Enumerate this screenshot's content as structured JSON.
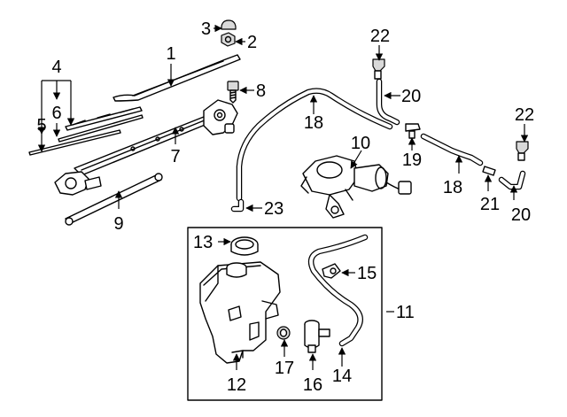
{
  "diagram": {
    "callouts": {
      "c1": "1",
      "c2": "2",
      "c3": "3",
      "c4": "4",
      "c5": "5",
      "c6": "6",
      "c7": "7",
      "c8": "8",
      "c9": "9",
      "c10": "10",
      "c11": "11",
      "c12": "12",
      "c13": "13",
      "c14": "14",
      "c15": "15",
      "c16": "16",
      "c17": "17",
      "c18a": "18",
      "c18b": "18",
      "c19": "19",
      "c20a": "20",
      "c20b": "20",
      "c21": "21",
      "c22a": "22",
      "c22b": "22",
      "c23": "23"
    },
    "parts": [
      "wiper-arm",
      "arm-nut",
      "nut-cap",
      "wiper-blades",
      "blade-refill",
      "blade-insert",
      "wiper-linkage",
      "linkage-bolt",
      "connecting-rod",
      "wiper-motor",
      "washer-reservoir-group",
      "washer-tank",
      "reservoir-cap",
      "washer-hose",
      "hose-clip",
      "washer-pump",
      "pump-grommet",
      "washer-hose-long",
      "hose-joint",
      "check-valve",
      "short-hose",
      "washer-nozzle",
      "hose-elbow"
    ],
    "accent_color": "#000000"
  }
}
